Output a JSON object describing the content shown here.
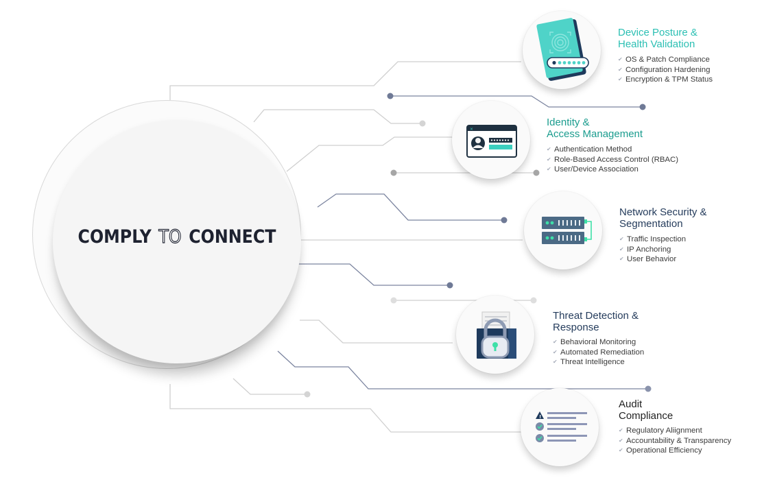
{
  "hub": {
    "title_left": "COMPLY",
    "title_mid": "TO",
    "title_right": "CONNECT"
  },
  "colors": {
    "teal": "#2bbfb3",
    "navy": "#253c5c",
    "line_gray": "#cfcfcf",
    "line_blue": "#7b849f"
  },
  "categories": [
    {
      "title_line1": "Device Posture &",
      "title_line2": "Health Validation",
      "color": "#2bbfb3",
      "icon": "fingerprint-device-icon",
      "items": [
        "OS & Patch Compliance",
        "Configuration Hardening",
        "Encryption & TPM Status"
      ]
    },
    {
      "title_line1": "Identity &",
      "title_line2": "Access Management",
      "color": "#1a9c8e",
      "icon": "id-card-icon",
      "items": [
        "Authentication Method",
        "Role-Based Access Control (RBAC)",
        "User/Device Association"
      ]
    },
    {
      "title_line1": "Network Security &",
      "title_line2": "Segmentation",
      "color": "#253c5c",
      "icon": "network-switch-icon",
      "items": [
        "Traffic Inspection",
        "IP Anchoring",
        "User Behavior"
      ]
    },
    {
      "title_line1": "Threat Detection &",
      "title_line2": "Response",
      "color": "#253c5c",
      "icon": "padlock-icon",
      "items": [
        "Behavioral Monitoring",
        "Automated Remediation",
        "Threat Intelligence"
      ]
    },
    {
      "title_line1": "Audit",
      "title_line2": "Compliance",
      "color": "#222222",
      "icon": "audit-checklist-icon",
      "items": [
        "Regulatory Aliignment",
        "Accountability & Transparency",
        "Operational Efficiency"
      ]
    }
  ]
}
